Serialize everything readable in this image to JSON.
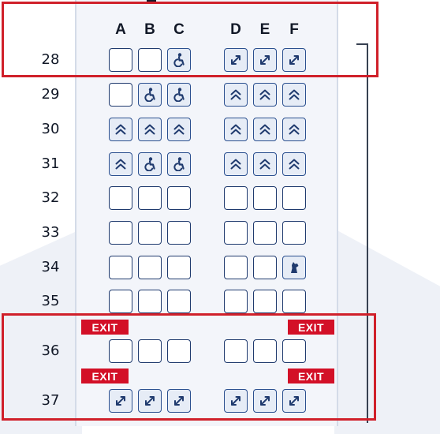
{
  "columns": [
    "A",
    "B",
    "C",
    "D",
    "E",
    "F"
  ],
  "rows": [
    {
      "row": "28",
      "seats": [
        "empty",
        "empty",
        "accessible",
        "extra-legroom",
        "extra-legroom",
        "extra-legroom"
      ]
    },
    {
      "row": "29",
      "seats": [
        "empty",
        "accessible",
        "accessible",
        "preferred",
        "preferred",
        "preferred"
      ]
    },
    {
      "row": "30",
      "seats": [
        "preferred",
        "preferred",
        "preferred",
        "preferred",
        "preferred",
        "preferred"
      ]
    },
    {
      "row": "31",
      "seats": [
        "preferred",
        "accessible",
        "accessible",
        "preferred",
        "preferred",
        "preferred"
      ]
    },
    {
      "row": "32",
      "seats": [
        "empty",
        "empty",
        "empty",
        "empty",
        "empty",
        "empty"
      ]
    },
    {
      "row": "33",
      "seats": [
        "empty",
        "empty",
        "empty",
        "empty",
        "empty",
        "empty"
      ]
    },
    {
      "row": "34",
      "seats": [
        "empty",
        "empty",
        "empty",
        "empty",
        "empty",
        "pet"
      ]
    },
    {
      "row": "35",
      "seats": [
        "empty",
        "empty",
        "empty",
        "empty",
        "empty",
        "empty"
      ]
    },
    {
      "row": "36",
      "seats": [
        "empty",
        "empty",
        "empty",
        "empty",
        "empty",
        "empty"
      ]
    },
    {
      "row": "37",
      "seats": [
        "extra-legroom",
        "extra-legroom",
        "extra-legroom",
        "extra-legroom",
        "extra-legroom",
        "extra-legroom"
      ]
    }
  ],
  "exit_label": "EXIT",
  "colors": {
    "seat_border": "#1f3a6e",
    "seat_icon": "#1f3a6e",
    "exit_bg": "#d31027",
    "highlight": "#d0202a",
    "fuselage": "#f3f5fa"
  }
}
